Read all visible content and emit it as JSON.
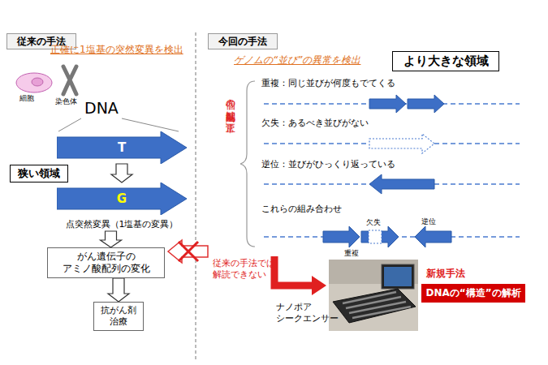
{
  "diagram": {
    "nodes": [
      {
        "text": [
          "従来の手法"
        ]
      },
      {
        "text": [
          "今回の手法"
        ]
      },
      {
        "text": [
          "T"
        ]
      },
      {
        "text": [
          "狭い領域"
        ]
      },
      {
        "text": [
          "G",
          "点突然変異（1塩基の変異）"
        ]
      },
      {
        "text": [
          "がん遺伝子の アミノ酸配列の変化"
        ]
      },
      {
        "text": [
          "抗がん剤 治療"
        ]
      },
      {
        "text": [
          "より大きな領域"
        ]
      },
      {
        "text": [
          "DNAの“構造”の解析"
        ]
      }
    ],
    "edges": [
      {
        "from": 2,
        "to": 4,
        "arrow": "to"
      },
      {
        "from": 4,
        "to": 5,
        "arrow": "to"
      },
      {
        "from": 5,
        "to": 6,
        "arrow": "to"
      }
    ],
    "labels": [
      "正確に1塩基の突然変異を検出",
      "細胞",
      "染色体",
      "DNA",
      "従来の手法では 解読できない",
      "ゲノムの“並び”の異常を検出",
      "個々の塩基配列は「正常」",
      "重複：同じ並びが何度もでてくる",
      "欠失：あるべき並びがない",
      "逆位：並びがひっくり返っている",
      "これらの組み合わせ",
      "欠失",
      "逆位",
      "重複",
      "新規手法",
      "ナノポア シークエンサー"
    ]
  }
}
